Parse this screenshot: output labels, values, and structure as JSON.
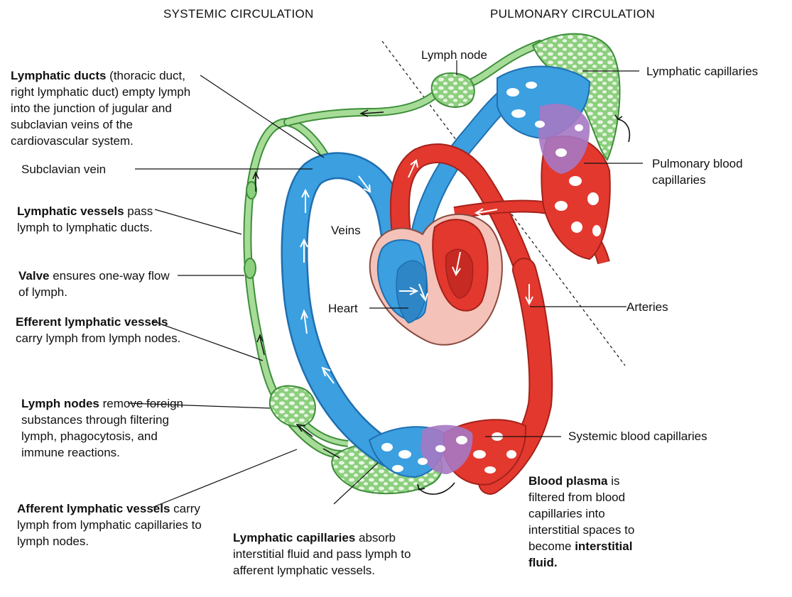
{
  "headers": {
    "systemic": "SYSTEMIC CIRCULATION",
    "pulmonary": "PULMONARY CIRCULATION"
  },
  "labels": {
    "lymph_node_top": "Lymph node",
    "lymphatic_capillaries_top": "Lymphatic capillaries",
    "pulmonary_blood_capillaries": "Pulmonary blood capillaries",
    "subclavian_vein": "Subclavian vein",
    "veins": "Veins",
    "heart": "Heart",
    "arteries": "Arteries",
    "systemic_blood_capillaries": "Systemic blood capillaries"
  },
  "annotations": {
    "lymphatic_ducts": {
      "bold": "Lymphatic ducts",
      "text": " (thoracic duct, right lymphatic duct) empty lymph into the junction of jugular and subclavian veins of the cardiovascular system."
    },
    "lymphatic_vessels": {
      "bold": "Lymphatic vessels",
      "text": " pass lymph to lymphatic ducts."
    },
    "valve": {
      "bold": "Valve",
      "text": " ensures one-way flow of lymph."
    },
    "efferent": {
      "bold": "Efferent lymphatic vessels",
      "text": " carry lymph from lymph nodes."
    },
    "lymph_nodes": {
      "bold": "Lymph nodes",
      "text": " remove foreign substances through filtering lymph, phagocytosis, and immune reactions."
    },
    "afferent": {
      "bold": "Afferent lymphatic vessels",
      "text": " carry lymph from lymphatic capillaries to lymph nodes."
    },
    "lymphatic_capillaries_bottom": {
      "bold": "Lymphatic capillaries",
      "text": " absorb interstitial fluid and pass lymph to afferent lymphatic vessels."
    },
    "blood_plasma": {
      "bold": "Blood plasma",
      "text": " is filtered from blood capillaries into interstitial spaces to become ",
      "bold_end": "interstitial fluid."
    }
  },
  "colors": {
    "lymph_green": "#8ccf7e",
    "lymph_dark": "#3e8e3a",
    "vein_blue": "#3b9fe0",
    "artery_red": "#e3382e",
    "capillary_purple": "#a678c4",
    "heart_pink": "#f4c2b8"
  }
}
